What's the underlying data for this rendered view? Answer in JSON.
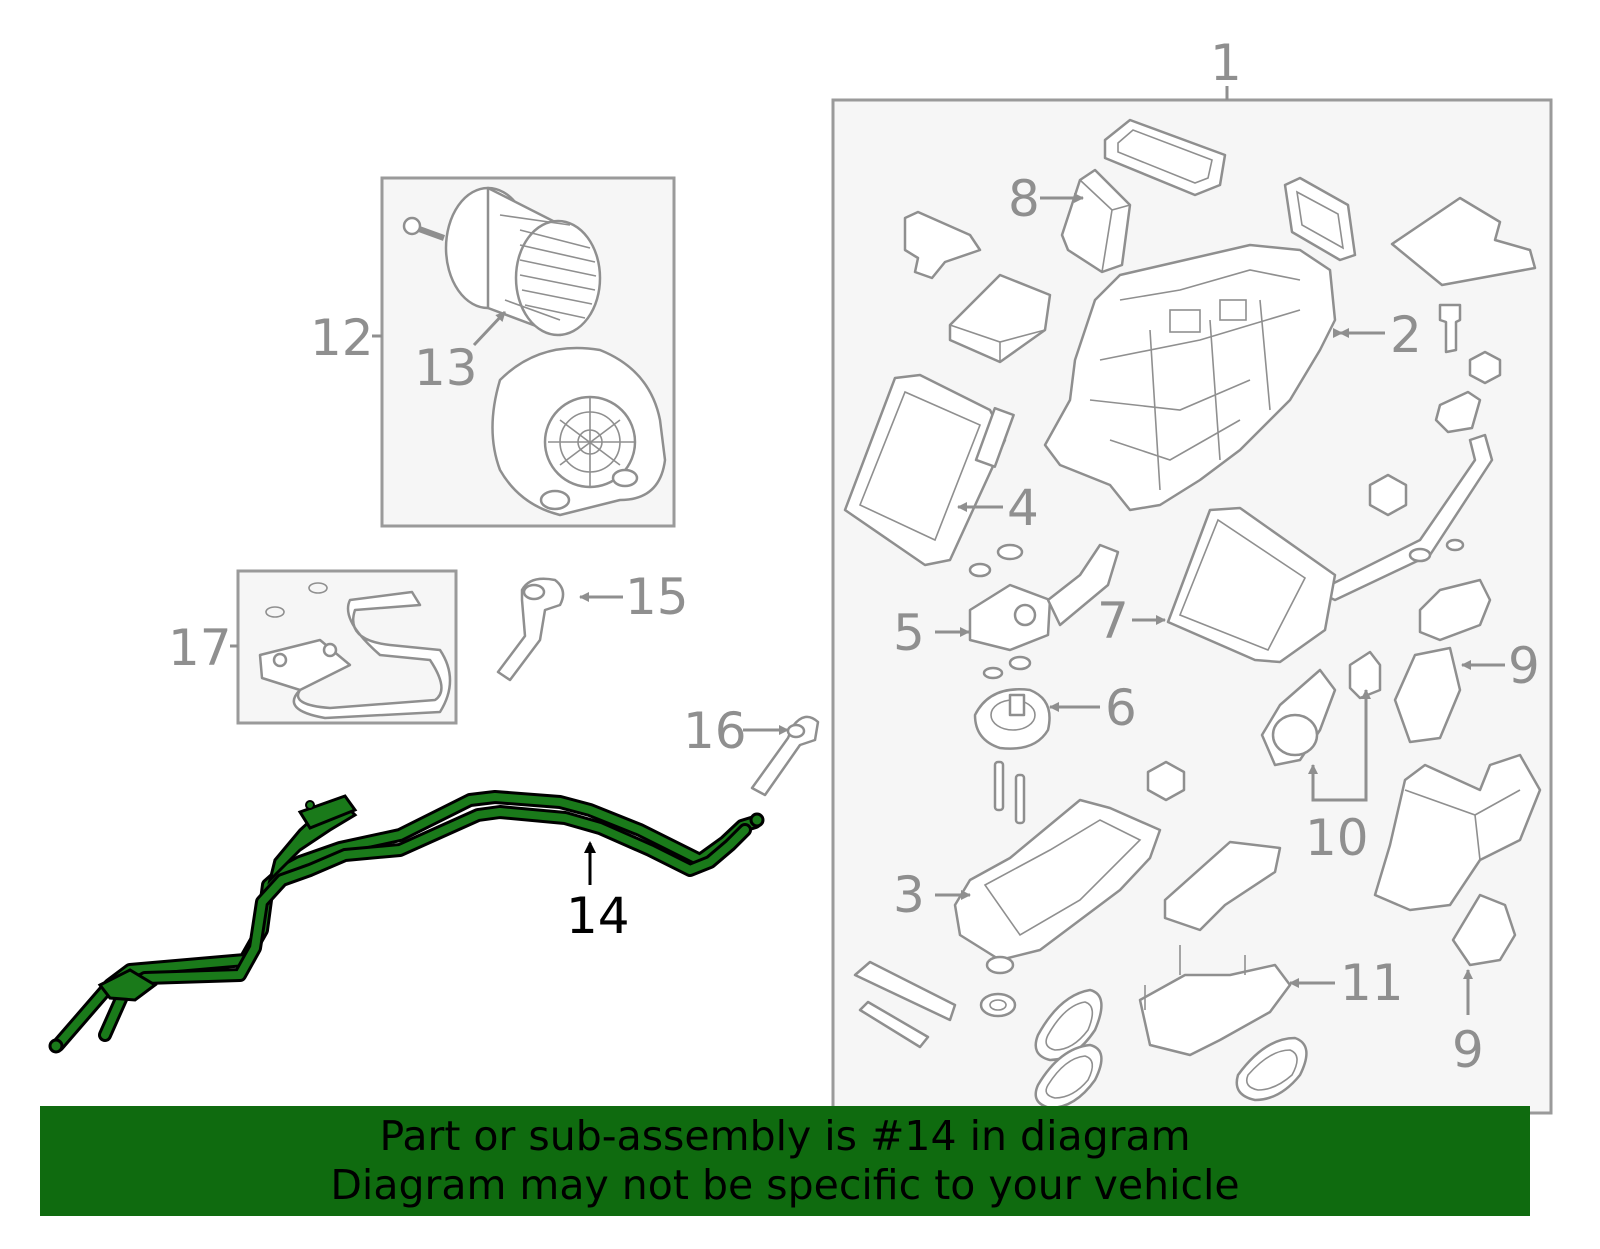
{
  "callouts": {
    "c1": "1",
    "c2": "2",
    "c3": "3",
    "c4": "4",
    "c5": "5",
    "c6": "6",
    "c7": "7",
    "c8": "8",
    "c9a": "9",
    "c9b": "9",
    "c10": "10",
    "c11": "11",
    "c12": "12",
    "c13": "13",
    "c14": "14",
    "c15": "15",
    "c16": "16",
    "c17": "17"
  },
  "banner": {
    "line1": "Part or sub-assembly is #14 in diagram",
    "line2": "Diagram may not be specific to your vehicle"
  },
  "colors": {
    "highlight_part": "#1a7a1a",
    "banner_background": "#0f6b0f",
    "line_art": "#8f8f8f"
  },
  "highlighted_part": "14"
}
